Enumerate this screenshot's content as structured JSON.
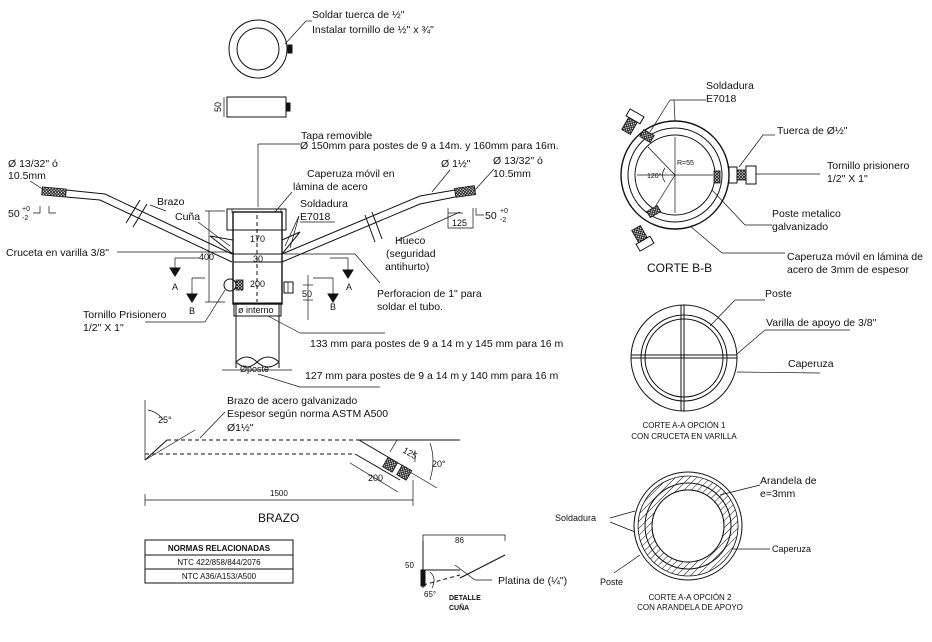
{
  "drawing": {
    "top_view": {
      "note_line1": "Soldar tuerca de ½\"",
      "note_line2": "Instalar tornillo de ½\" x ¾\"",
      "dim_height": "50"
    },
    "main_assembly": {
      "tapa_label": "Tapa removible",
      "tapa_note": "Ø 150mm para postes de 9 a 14m. y 160mm para 16m.",
      "left_tip_dia_line1": "Ø 13/32\" ó",
      "left_tip_dia_line2": "10.5mm",
      "left_tip_dim": "50",
      "tol_plus": "+0",
      "tol_minus": "-2",
      "brazo_label": "Brazo",
      "cuna_label": "Cuña",
      "cruceta_label": "Cruceta en varilla 3/8\"",
      "tornillo_line1": "Tornillo Prisionero",
      "tornillo_line2": "1/2\" X 1\"",
      "caperuza_line1": "Caperuza móvil en",
      "caperuza_line2": "lámina de acero",
      "soldadura_line1": "Soldadura",
      "soldadura_line2": "E7018",
      "dim_170": "170",
      "dim_30": "30",
      "dim_200": "200",
      "dim_400": "400",
      "dim_50": "50",
      "dim_125": "125",
      "right_arm_dia": "Ø 1½\"",
      "right_tip_dia_line1": "Ø 13/32\" ó",
      "right_tip_dia_line2": "10.5mm",
      "right_tip_dim": "50",
      "hueco_line1": "Hueco",
      "hueco_line2": "(seguridad",
      "hueco_line3": "antihurto)",
      "perforacion_line1": "Perforacion de 1\" para",
      "perforacion_line2": "soldar el tubo.",
      "section_a": "A",
      "section_b": "B",
      "dinterno_label": "ø interno",
      "dinterno_note": "133 mm para postes de 9 a 14 m y 145 mm para 16 m",
      "dposte_label": "Øposte",
      "dposte_note": "127 mm para postes de  9 a 14 m y 140 mm para 16 m"
    },
    "brazo_detail": {
      "note_line1": "Brazo de acero galvanizado",
      "note_line2": "Espesor según norma ASTM A500",
      "note_line3": "Ø1½\"",
      "angle_25": "25°",
      "angle_20": "20°",
      "dim_125": "125",
      "dim_200": "200",
      "dim_1500": "1500",
      "title": "BRAZO"
    },
    "normas_table": {
      "header": "NORMAS RELACIONADAS",
      "rows": [
        "NTC 422/858/844/2076",
        "NTC A36/A153/A500"
      ]
    },
    "cuna_detail": {
      "dim_86": "86",
      "dim_50": "50",
      "angle_65": "65°",
      "platina_label": "Platina de (¼\")",
      "title_line1": "DETALLE",
      "title_line2": "CUÑA"
    },
    "corte_bb": {
      "soldadura_line1": "Soldadura",
      "soldadura_line2": "E7018",
      "tuerca_label": "Tuerca de Ø½\"",
      "tornillo_line1": "Tornillo prisionero",
      "tornillo_line2": "1/2\" X 1\"",
      "poste_line1": "Poste metalico",
      "poste_line2": "galvanizado",
      "caperuza_line1": "Caperuza móvil en lámina de",
      "caperuza_line2": "acero de 3mm de espesor",
      "radius_label": "R=55",
      "angle_label": "120°",
      "title": "CORTE B-B"
    },
    "corte_aa_1": {
      "poste_label": "Poste",
      "varilla_label": "Varilla de apoyo de 3/8\"",
      "caperuza_label": "Caperuza",
      "title_line1": "CORTE A-A  OPCIÓN 1",
      "title_line2": "CON CRUCETA EN VARILLA"
    },
    "corte_aa_2": {
      "arandela_line1": "Arandela de",
      "arandela_line2": "e=3mm",
      "soldadura_label": "Soldadura",
      "caperuza_label": "Caperuza",
      "poste_label": "Poste",
      "title_line1": "CORTE A-A OPCIÓN 2",
      "title_line2": "CON ARANDELA DE APOYO"
    }
  }
}
